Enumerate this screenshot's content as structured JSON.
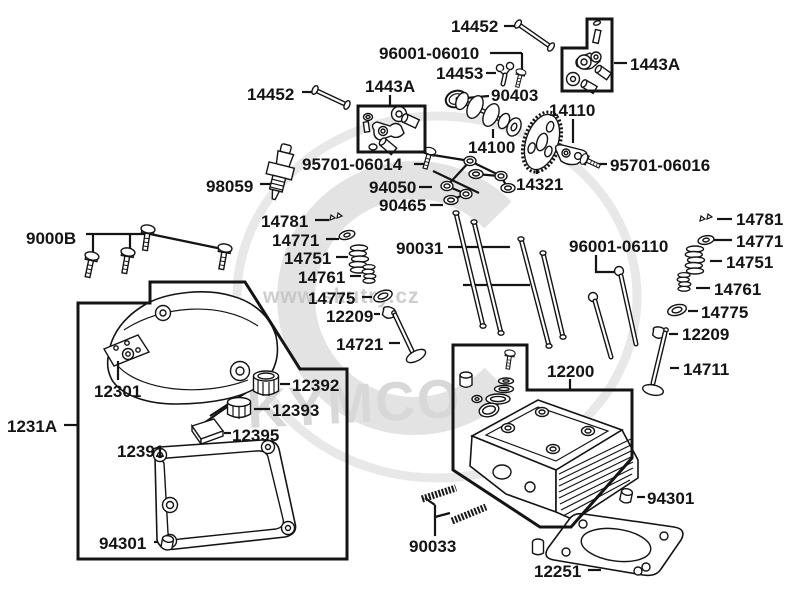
{
  "watermark": {
    "site": "www.skutry.cz",
    "brand": "KYMCO"
  },
  "parts": {
    "shaft_top": "14452",
    "bolt_96001_06010": "96001-06010",
    "clip_14453": "14453",
    "rocker_box_right": "1443A",
    "shaft_left": "14452",
    "rocker_box_left": "1443A",
    "oring_90403": "90403",
    "plate_14110": "14110",
    "camshaft_14100": "14100",
    "bolt_95701_06014": "95701-06014",
    "bolt_95701_06016": "95701-06016",
    "sprocket_14321": "14321",
    "spark_plug_98059": "98059",
    "screw_94050": "94050",
    "nut_90465": "90465",
    "keeper_left": "14781",
    "retainer_left": "14771",
    "spring_outer_left": "14751",
    "spring_inner_left": "14761",
    "seat_left": "14775",
    "seal_left": "12209",
    "valve_intake_14721": "14721",
    "pushrod_90031": "90031",
    "bolt_96001_06110": "96001-06110",
    "keeper_right": "14781",
    "retainer_right": "14771",
    "spring_outer_right": "14751",
    "spring_inner_right": "14761",
    "seat_right": "14775",
    "seal_right": "12209",
    "valve_exhaust_14711": "14711",
    "cylinder_head_12200": "12200",
    "bolt_set_9000b": "9000B",
    "cover_assy_1231a": "1231A",
    "cover_12301": "12301",
    "cap_12392": "12392",
    "cap_12393": "12393",
    "plate_12395": "12395",
    "gasket_12391": "12391",
    "plug_94301_left": "94301",
    "plug_94301_right": "94301",
    "stud_90033": "90033",
    "gasket_12251": "12251"
  }
}
